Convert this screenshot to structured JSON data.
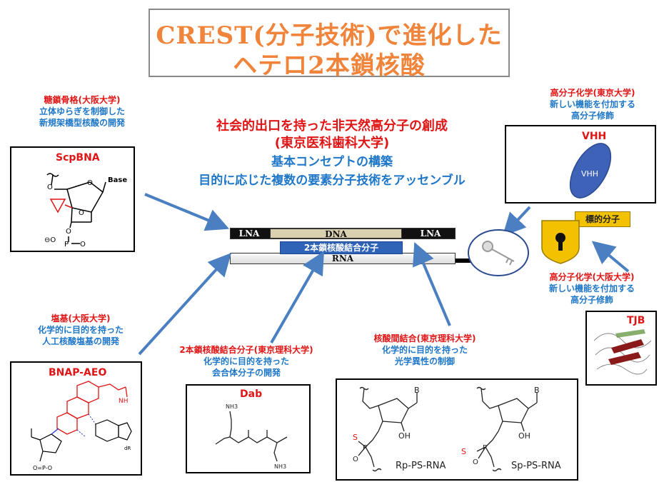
{
  "title": {
    "line1": "CREST(分子技術)で進化した",
    "line2": "ヘテロ2本鎖核酸"
  },
  "center": {
    "line1": "社会的出口を持った非天然高分子の創成",
    "line2": "(東京医科歯科大学)",
    "line3": "基本コンセプトの構築",
    "line4": "目的に応じた複数の要素分子技術をアッセンブル"
  },
  "left_top": {
    "heading": "糖鎖骨格(大阪大学)",
    "line1": "立体ゆらぎを制御した",
    "line2": "新規架橋型核酸の開発",
    "box_label": "ScpBNA",
    "base": "Base"
  },
  "left_bottom": {
    "heading": "塩基(大阪大学)",
    "line1": "化学的に目的を持った",
    "line2": "人工核酸塩基の開発",
    "box_label": "BNAP-AEO"
  },
  "middle_bottom": {
    "heading": "2本鎖核酸結合分子(東京理科大学)",
    "line1": "化学的に目的を持った",
    "line2": "会合体分子の開発",
    "box_label": "Dab",
    "nh3_top": "NH3",
    "nh3_bottom": "NH3"
  },
  "right_middle": {
    "heading": "核酸間結合(東京理科大学)",
    "line1": "化学的に目的を持った",
    "line2": "光学異性の制御",
    "rp_label": "Rp-PS-RNA",
    "sp_label": "Sp-PS-RNA",
    "atom_b": "B",
    "atom_oh": "OH",
    "atom_s": "S"
  },
  "right_top": {
    "heading": "高分子化学(東京大学)",
    "line1": "新しい機能を付加する",
    "line2": "高分子修飾",
    "box_label": "VHH",
    "ellipse_label": "VHH"
  },
  "right_lower": {
    "target_label": "標的分子",
    "heading": "高分子化学(大阪大学)",
    "line1": "新しい機能を付加する",
    "line2": "高分子修飾",
    "box_label": "TJB"
  },
  "duplex": {
    "lna_left": "LNA",
    "dna": "DNA",
    "lna_right": "LNA",
    "rna": "RNA",
    "binder": "2本鎖核酸結合分子"
  },
  "colors": {
    "title": "#f0843a",
    "heading": "#e01515",
    "body": "#1f77c7",
    "arrow": "#4a7fc1",
    "vhh": "#3d62b8",
    "target": "#f2c200"
  }
}
